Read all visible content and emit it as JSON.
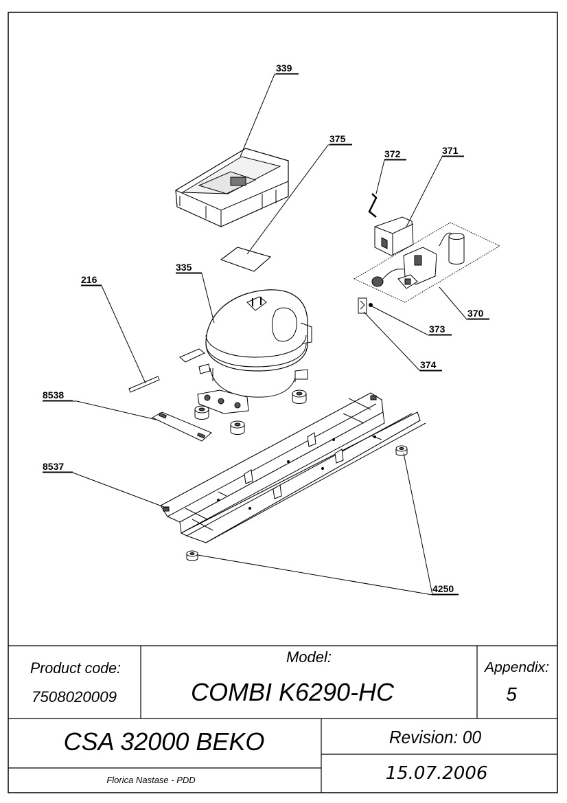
{
  "callouts": {
    "c339": "339",
    "c375": "375",
    "c372": "372",
    "c371": "371",
    "c216": "216",
    "c335": "335",
    "c370": "370",
    "c373": "373",
    "c374": "374",
    "c8538": "8538",
    "c8537": "8537",
    "c4250": "4250"
  },
  "title_block": {
    "product_code_label": "Product code:",
    "product_code_value": "7508020009",
    "model_label": "Model:",
    "model_value": "COMBI K6290-HC",
    "appendix_label": "Appendix:",
    "appendix_value": "5",
    "document_title": "CSA 32000 BEKO",
    "revision": "Revision: 00",
    "date": "15.07.2006",
    "author": "Florica Nastase - PDD"
  }
}
